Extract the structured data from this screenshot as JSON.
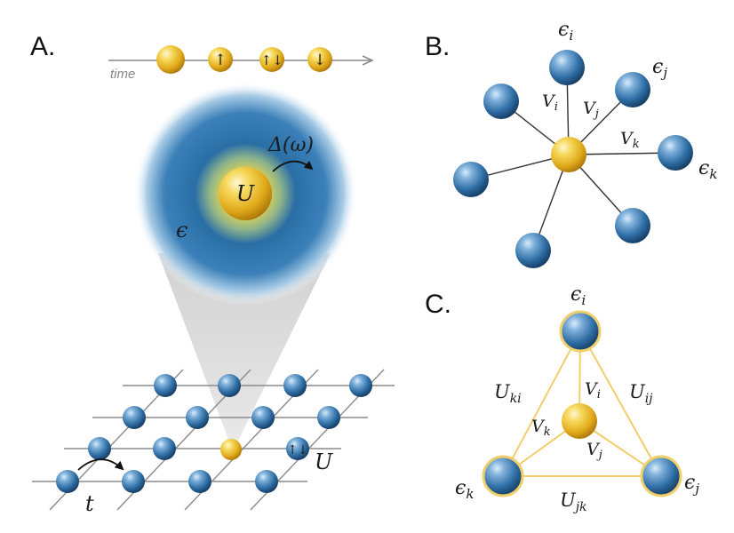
{
  "panels": {
    "a": "A.",
    "b": "B.",
    "c": "C."
  },
  "panel_a": {
    "time_label": "time",
    "timeline_arrows": [
      "",
      "↑",
      "↑↓",
      "↓"
    ],
    "hybridization_label": "Δ(ω)",
    "interaction_label": "U",
    "energy_label": "ϵ",
    "hopping_label": "t",
    "lattice_U_label": "U",
    "lattice_double_arrow": "↑↓"
  },
  "panel_b": {
    "eps_i": "ϵ",
    "eps_i_sub": "i",
    "eps_j": "ϵ",
    "eps_j_sub": "j",
    "eps_k": "ϵ",
    "eps_k_sub": "k",
    "V_i": "V",
    "V_i_sub": "i",
    "V_j": "V",
    "V_j_sub": "j",
    "V_k": "V",
    "V_k_sub": "k"
  },
  "panel_c": {
    "eps_i": "ϵ",
    "eps_i_sub": "i",
    "eps_j": "ϵ",
    "eps_j_sub": "j",
    "eps_k": "ϵ",
    "eps_k_sub": "k",
    "V_i": "V",
    "V_i_sub": "i",
    "V_j": "V",
    "V_j_sub": "j",
    "V_k": "V",
    "V_k_sub": "k",
    "U_ki": "U",
    "U_ki_sub": "ki",
    "U_ij": "U",
    "U_ij_sub": "ij",
    "U_jk": "U",
    "U_jk_sub": "jk"
  },
  "colors": {
    "blue_sphere": "#2f6ea5",
    "gold_sphere": "#e6b71f",
    "cloud_blue": "#2a6ea6",
    "cloud_yellow": "#e9d64a",
    "triangle_edge": "#f0cf6a",
    "line_gray": "#888888"
  }
}
